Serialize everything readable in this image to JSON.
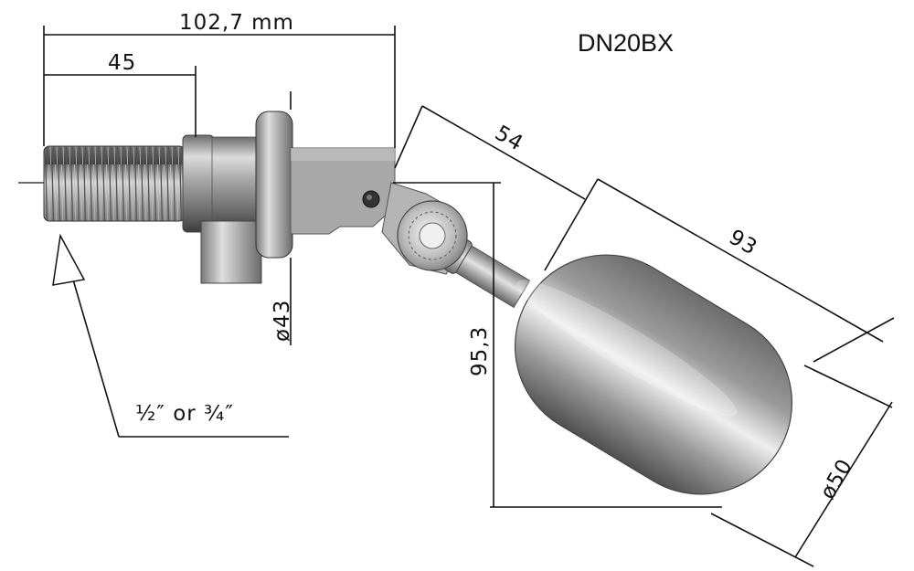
{
  "model": "DN20BX",
  "dimensions": {
    "overall_length": "102,7 mm",
    "thread_length": "45",
    "arm_length": "54",
    "float_length": "93",
    "drop_height": "95,3",
    "fitting_diameter": "ø43",
    "float_diameter": "ø50"
  },
  "thread_label": "½″ or ¾″"
}
